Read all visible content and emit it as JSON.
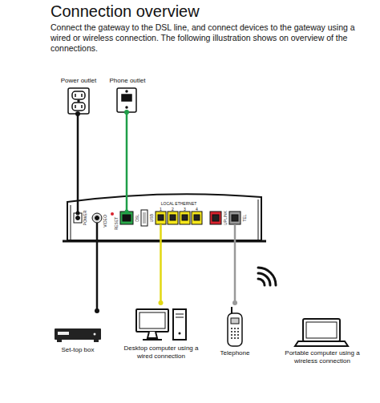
{
  "diagram": {
    "title": "Connection overview",
    "nodes": [
      {
        "text": [
          "Power outlet"
        ]
      },
      {
        "text": [
          "Phone outlet"
        ]
      },
      {
        "text": [
          "POWER",
          "VIDEO",
          "RESET",
          "DSL",
          "USB",
          "LOCAL ETHERNET",
          "1",
          "2",
          "3",
          "4",
          "UPLINK",
          "TEL"
        ]
      },
      {
        "text": [
          "Set-top box"
        ]
      },
      {
        "text": [
          "Desktop computer using a wired connection"
        ]
      },
      {
        "text": [
          "Telephone"
        ]
      },
      {
        "text": [
          "Portable computer using a wireless connection"
        ]
      }
    ],
    "edges": [
      {
        "from": 0,
        "to": 2,
        "arrow": "none"
      },
      {
        "from": 1,
        "to": 2,
        "arrow": "none"
      },
      {
        "from": 2,
        "to": 3,
        "arrow": "none"
      },
      {
        "from": 2,
        "to": 4,
        "arrow": "none"
      },
      {
        "from": 2,
        "to": 5,
        "arrow": "none"
      }
    ],
    "labels": [
      "Connect the gateway to the DSL line, and connect devices to the gateway using a wired or wireless connection. The following illustration shows on overview of the connections."
    ]
  }
}
